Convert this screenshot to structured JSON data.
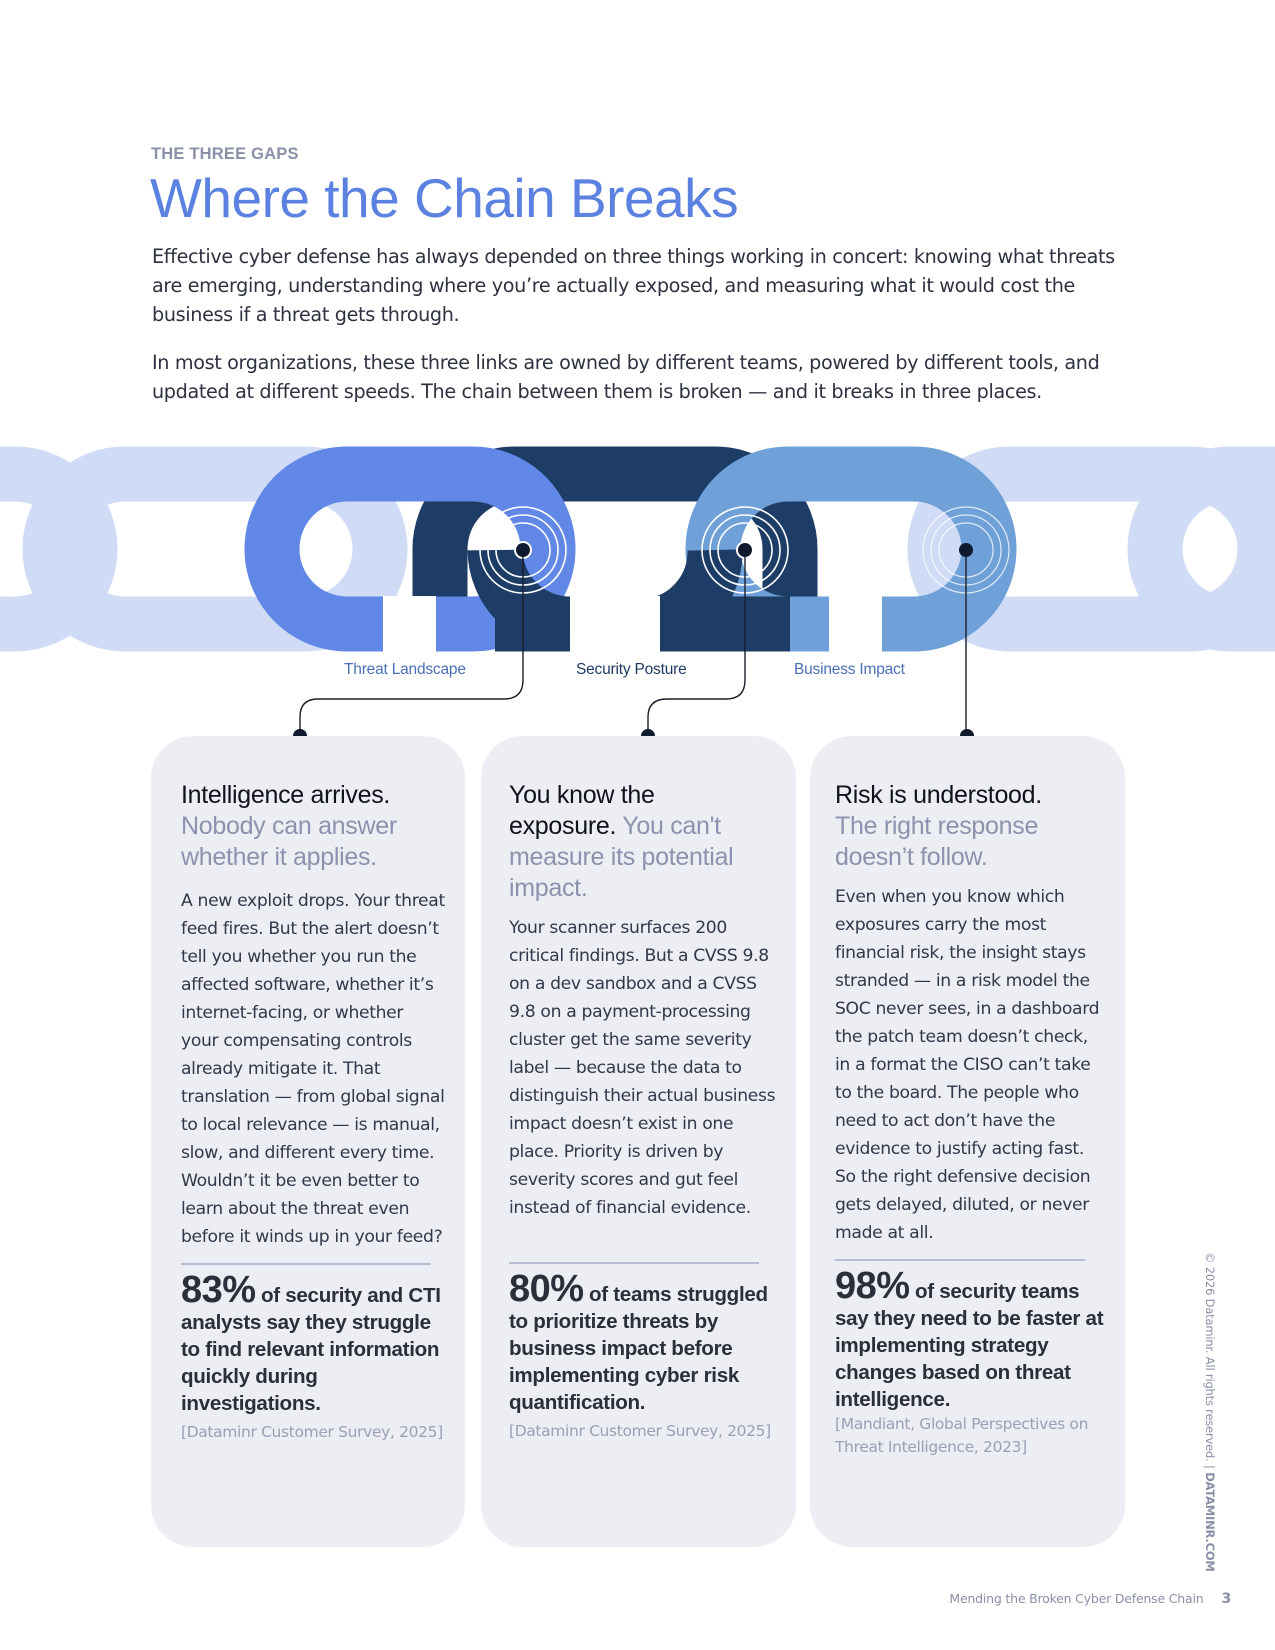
{
  "header": {
    "eyebrow": "THE THREE GAPS",
    "title": "Where the Chain Breaks"
  },
  "intro": {
    "paragraph_1": "Effective cyber defense has always depended on three things working in concert: knowing what threats are emerging, understanding where you’re actually exposed, and measuring what it would cost the business if a threat gets through.",
    "paragraph_2": "In most organizations, these three links are owned by different teams, powered by different tools, and updated at different speeds. The chain between them is broken — and it breaks in three places."
  },
  "chain_graphic": {
    "labels": [
      {
        "text": "Threat Landscape",
        "color": "#4a6fb5"
      },
      {
        "text": "Security Posture",
        "color": "#1f3a63"
      },
      {
        "text": "Business Impact",
        "color": "#4a6fb5"
      }
    ],
    "colors": {
      "outer_links": "#d0dbf5",
      "threat_link": "#6188e6",
      "posture_link": "#1d3c66",
      "impact_link": "#6fa0d8",
      "marker": "#0f1a2e"
    }
  },
  "cards": [
    {
      "headline_strong": "Intelligence arrives.",
      "headline_muted": "Nobody can answer whether it applies.",
      "body": "A new exploit drops. Your threat feed fires. But the alert doesn’t tell you whether you run the affected software, whether it’s internet-facing, or whether your compensating controls already mitigate it. That translation — from global signal to local relevance — is manual, slow, and different every time. Wouldn’t it be even better to learn about the threat even before it winds up in your feed?",
      "stat_value": "83%",
      "stat_text": "of security and CTI analysts say they struggle to find relevant information quickly during investigations.",
      "source": "[Dataminr Customer Survey, 2025]"
    },
    {
      "headline_strong": "You know the exposure.",
      "headline_muted": "You can't measure its potential impact.",
      "body": "Your scanner surfaces 200 critical findings. But a CVSS 9.8 on a dev sandbox and a CVSS 9.8 on a payment-processing cluster get the same severity label — because the data to distinguish their actual business impact doesn’t exist in one place. Priority is driven by severity scores and gut feel instead of financial evidence.",
      "stat_value": "80%",
      "stat_text": "of teams struggled to prioritize threats by business impact before implementing cyber risk quantification.",
      "source": "[Dataminr Customer Survey, 2025]"
    },
    {
      "headline_strong": "Risk is understood.",
      "headline_muted": "The right response doesn’t follow.",
      "body": "Even when you know which exposures carry the most financial risk, the insight stays stranded — in a risk model the SOC never sees, in a dashboard the patch team doesn’t check, in a format the CISO can’t take to the board. The people who need to act don’t have the evidence to justify acting fast. So the right defensive decision gets delayed, diluted, or never made at all.",
      "stat_value": "98%",
      "stat_text": "of security teams say they need to be faster at implementing strategy changes based on threat intelligence.",
      "source": "[Mandiant, Global Perspectives on Threat Intelligence, 2023]"
    }
  ],
  "sidebar": {
    "copyright": "© 2026 Dataminr. All rights reserved.",
    "separator": "|",
    "website": "DATAMINR.COM"
  },
  "footer": {
    "document_title": "Mending the Broken Cyber Defense Chain",
    "page_number": "3"
  }
}
